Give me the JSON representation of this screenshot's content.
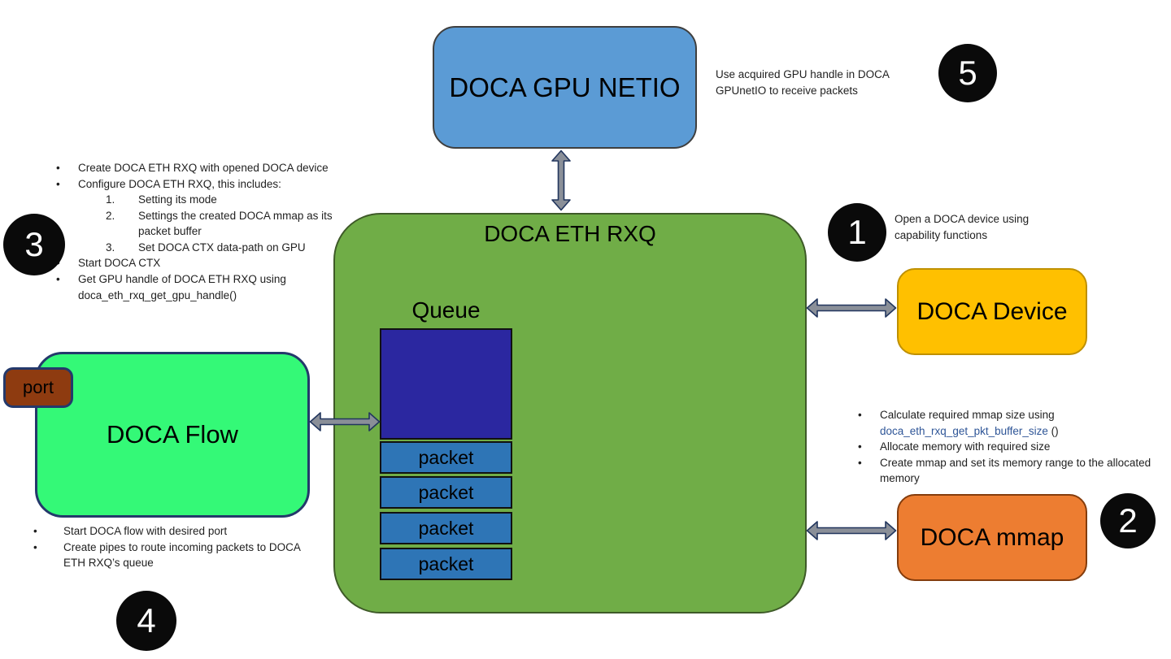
{
  "colors": {
    "netio_fill": "#5b9bd5",
    "rxq_fill": "#70ad47",
    "device_fill": "#ffc000",
    "mmap_fill": "#ed7d31",
    "flow_fill": "#34f977",
    "port_fill": "#8e3b10",
    "queue_fill": "#2b27a0",
    "packet_fill": "#2e75b6",
    "code_blue": "#2e5597",
    "arrow_fill": "#8a8f98",
    "arrow_stroke": "#22365e",
    "badge_fill": "#0a0a0a"
  },
  "nodes": {
    "gpu_netio": "DOCA GPU NETIO",
    "eth_rxq": "DOCA ETH RXQ",
    "queue_title": "Queue",
    "packets": [
      "packet",
      "packet",
      "packet",
      "packet"
    ],
    "device": "DOCA Device",
    "mmap": "DOCA mmap",
    "flow": "DOCA Flow",
    "port": "port"
  },
  "badges": {
    "one": "1",
    "two": "2",
    "three": "3",
    "four": "4",
    "five": "5"
  },
  "annotations": {
    "step1": "Open a DOCA device using capability functions",
    "step5": "Use acquired GPU handle in DOCA GPUnetIO to receive packets",
    "step3": {
      "items": [
        {
          "marker": "•",
          "text": "Create DOCA ETH RXQ with opened DOCA device"
        },
        {
          "marker": "•",
          "text": "Configure DOCA ETH RXQ, this includes:"
        },
        {
          "marker": "1.",
          "text": "Setting its mode"
        },
        {
          "marker": "2.",
          "text": "Settings the created DOCA mmap as its packet buffer"
        },
        {
          "marker": "3.",
          "text": "Set DOCA CTX data-path on GPU"
        },
        {
          "marker": "•",
          "text": "Start DOCA CTX"
        },
        {
          "marker": "•",
          "text": "Get GPU handle of DOCA ETH RXQ using doca_eth_rxq_get_gpu_handle()"
        }
      ]
    },
    "step2": {
      "b1_marker": "•",
      "b1_pre": "Calculate required mmap size using ",
      "b1_code": "doca_eth_rxq_get_pkt_buffer_size",
      "b1_post": " ()",
      "b2_marker": "•",
      "b2": "Allocate memory with required size",
      "b3_marker": "•",
      "b3": "Create mmap and set its memory range to the allocated memory"
    },
    "step4": {
      "b1_marker": "•",
      "b1": "Start DOCA flow with desired port",
      "b2_marker": "•",
      "b2": "Create pipes to route incoming packets to DOCA ETH RXQ’s queue"
    }
  }
}
